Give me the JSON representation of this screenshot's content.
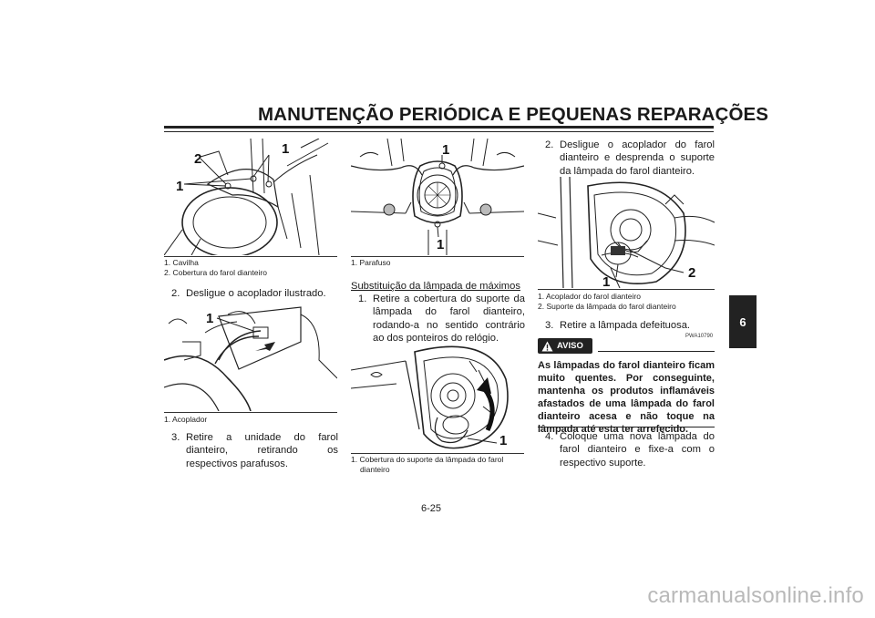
{
  "header": {
    "title": "MANUTENÇÃO PERIÓDICA E PEQUENAS REPARAÇÕES"
  },
  "chapter_tab": "6",
  "column1": {
    "figure1": {
      "callouts": [
        "2",
        "1",
        "1"
      ]
    },
    "figure1_caption": [
      "1. Cavilha",
      "2. Cobertura do farol dianteiro"
    ],
    "step2": {
      "num": "2.",
      "text": "Desligue o acoplador ilustrado."
    },
    "figure2": {
      "callouts": [
        "1"
      ]
    },
    "figure2_caption": [
      "1. Acoplador"
    ],
    "step3": {
      "num": "3.",
      "text": "Retire a unidade do farol dianteiro, retirando os respectivos parafusos."
    }
  },
  "column2": {
    "figure3": {
      "callouts": [
        "1",
        "1"
      ]
    },
    "figure3_caption": [
      "1. Parafuso"
    ],
    "section_heading": "Substituição da lâmpada de máximos",
    "step1": {
      "num": "1.",
      "text": "Retire a cobertura do suporte da lâmpada do farol dianteiro, rodando-a no sentido contrário ao dos ponteiros do relógio."
    },
    "figure4": {
      "callouts": [
        "1"
      ]
    },
    "figure4_caption": [
      "1. Cobertura do suporte da lâmpada do farol",
      "dianteiro"
    ]
  },
  "column3": {
    "step2": {
      "num": "2.",
      "text": "Desligue o acoplador do farol dianteiro e desprenda o suporte da lâmpada do farol dianteiro."
    },
    "figure5": {
      "callouts": [
        "2",
        "1"
      ]
    },
    "figure5_caption": [
      "1. Acoplador do farol dianteiro",
      "2. Suporte da lâmpada do farol dianteiro"
    ],
    "step3": {
      "num": "3.",
      "text": "Retire a lâmpada defeituosa."
    },
    "warning": {
      "label": "AVISO",
      "code": "PWA10790",
      "text": "As lâmpadas do farol dianteiro ficam muito quentes. Por conseguinte, mantenha os produtos inflamáveis afastados de uma lâmpada do farol dianteiro acesa e não toque na lâmpada até esta ter arrefecido."
    },
    "step4": {
      "num": "4.",
      "text": "Coloque uma nova lâmpada do farol dianteiro e fixe-a com o respectivo suporte."
    }
  },
  "page_number": "6-25",
  "watermark": "carmanualsonline.info"
}
